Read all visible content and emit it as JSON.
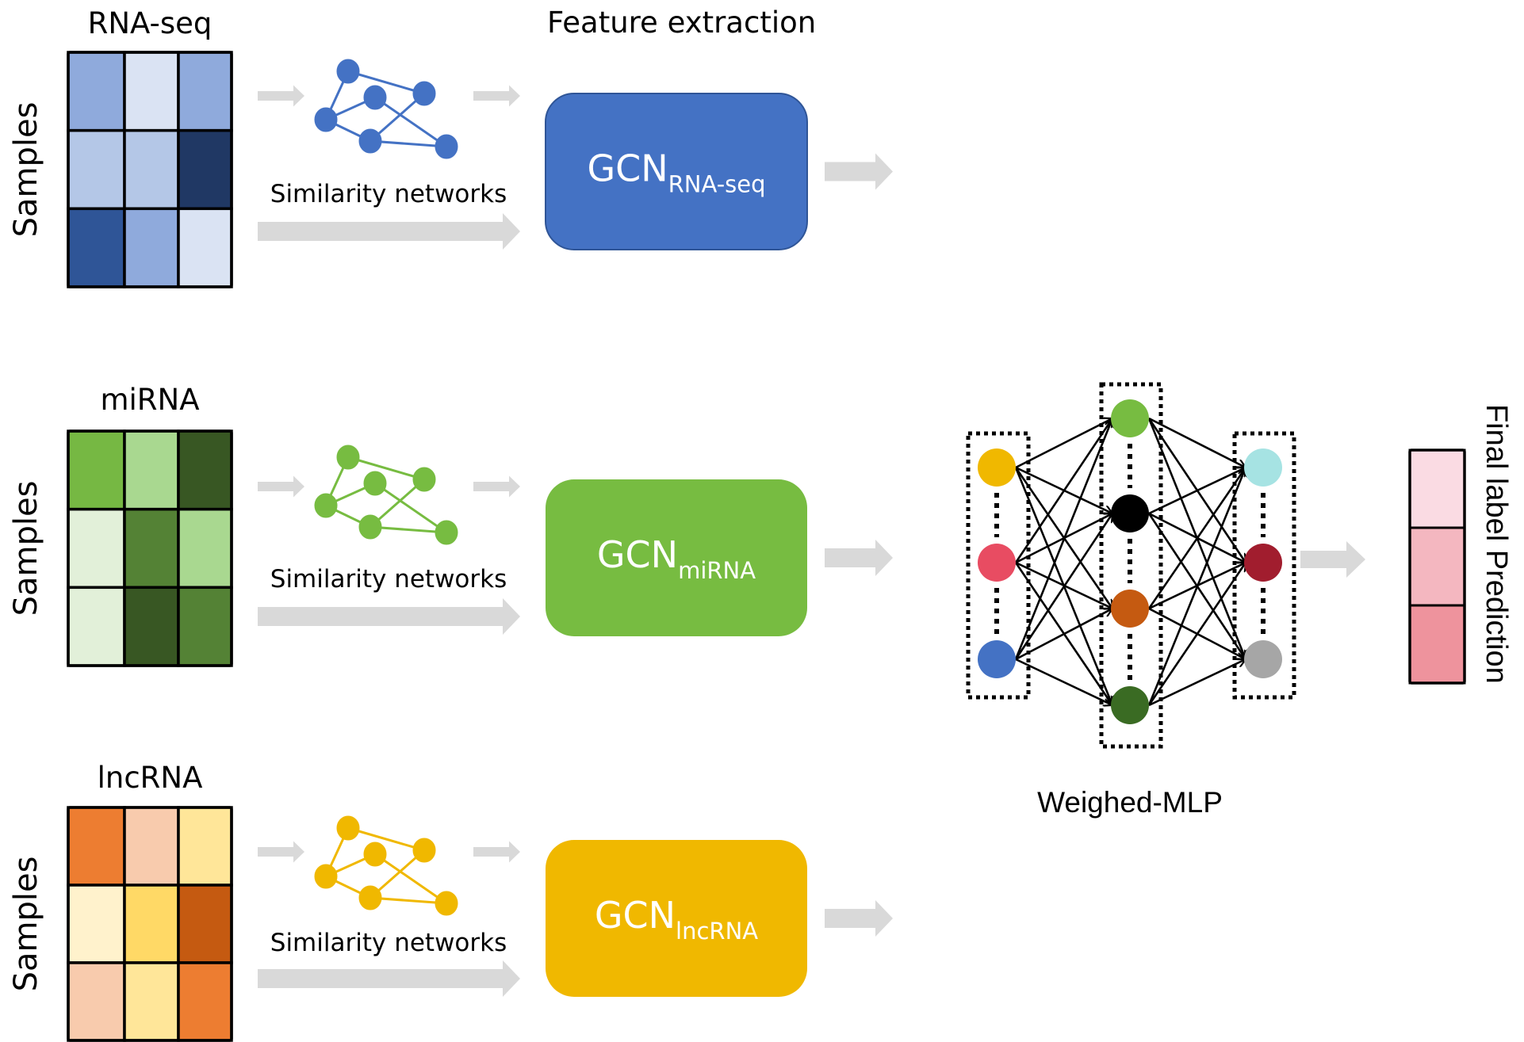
{
  "title": "Feature extraction",
  "samples_label": "Samples",
  "similarity_label": "Similarity networks",
  "gcn_prefix": "GCN",
  "omics": [
    {
      "name": "RNA-seq",
      "gcn_subscript": "RNA-seq",
      "color": "#4472C4",
      "heatmap": [
        [
          "#8FAADC",
          "#DAE3F3",
          "#8FAADC"
        ],
        [
          "#B4C7E7",
          "#B4C7E7",
          "#203864"
        ],
        [
          "#2F5597",
          "#8FAADC",
          "#DAE3F3"
        ]
      ]
    },
    {
      "name": "miRNA",
      "gcn_subscript": "miRNA",
      "color": "#77BC41",
      "heatmap": [
        [
          "#76B843",
          "#A9D890",
          "#385723"
        ],
        [
          "#E2F0D9",
          "#548235",
          "#A9D890"
        ],
        [
          "#E2F0D9",
          "#385723",
          "#548235"
        ]
      ]
    },
    {
      "name": "lncRNA",
      "gcn_subscript": "lncRNA",
      "color": "#F0B800",
      "heatmap": [
        [
          "#ED7D31",
          "#F8CBAD",
          "#FFE699"
        ],
        [
          "#FFF2CC",
          "#FFD966",
          "#C55A11"
        ],
        [
          "#F8CBAD",
          "#FFE699",
          "#ED7D31"
        ]
      ]
    }
  ],
  "network": {
    "nodes": [
      "a",
      "b",
      "c",
      "d",
      "e",
      "f"
    ],
    "edges": [
      [
        "a",
        "c"
      ],
      [
        "a",
        "d"
      ],
      [
        "b",
        "d"
      ],
      [
        "b",
        "f"
      ],
      [
        "c",
        "e"
      ],
      [
        "d",
        "e"
      ],
      [
        "e",
        "f"
      ]
    ]
  },
  "mlp": {
    "label": "Weighed-MLP",
    "layers": [
      {
        "name": "input",
        "nodes": [
          "#F0B800",
          "#E84C62",
          "#4472C4"
        ]
      },
      {
        "name": "hidden",
        "nodes": [
          "#77BC41",
          "#000000",
          "#C55A11",
          "#3A6B23"
        ]
      },
      {
        "name": "output",
        "nodes": [
          "#A6E3E3",
          "#A11D2E",
          "#A6A6A6"
        ]
      }
    ]
  },
  "prediction": {
    "label": "Final label Prediction",
    "cells": [
      "#FADBE3",
      "#F4B7C0",
      "#EE939D"
    ]
  }
}
